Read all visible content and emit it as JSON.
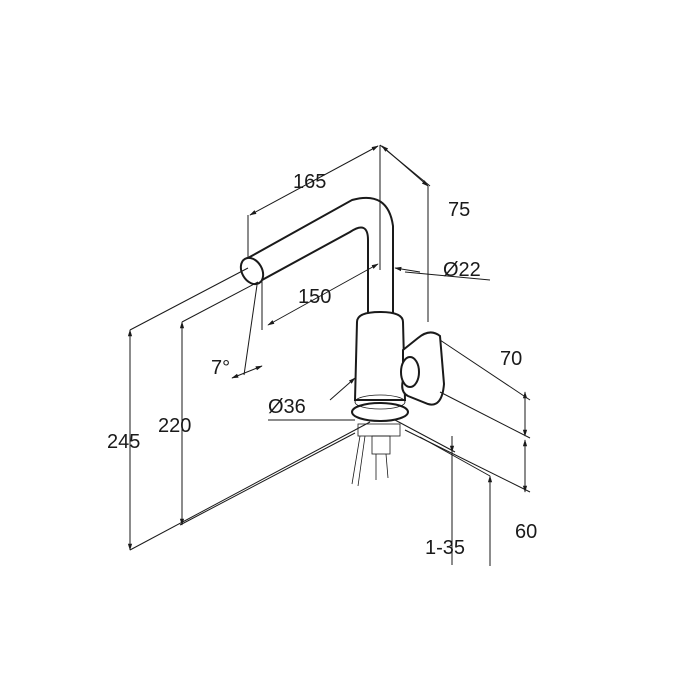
{
  "dimensions": {
    "d165": "165",
    "d75": "75",
    "d22": "Ø22",
    "d150": "150",
    "d7": "7°",
    "d36": "Ø36",
    "d70": "70",
    "d245": "245",
    "d220": "220",
    "d135": "1-35",
    "d60": "60"
  }
}
